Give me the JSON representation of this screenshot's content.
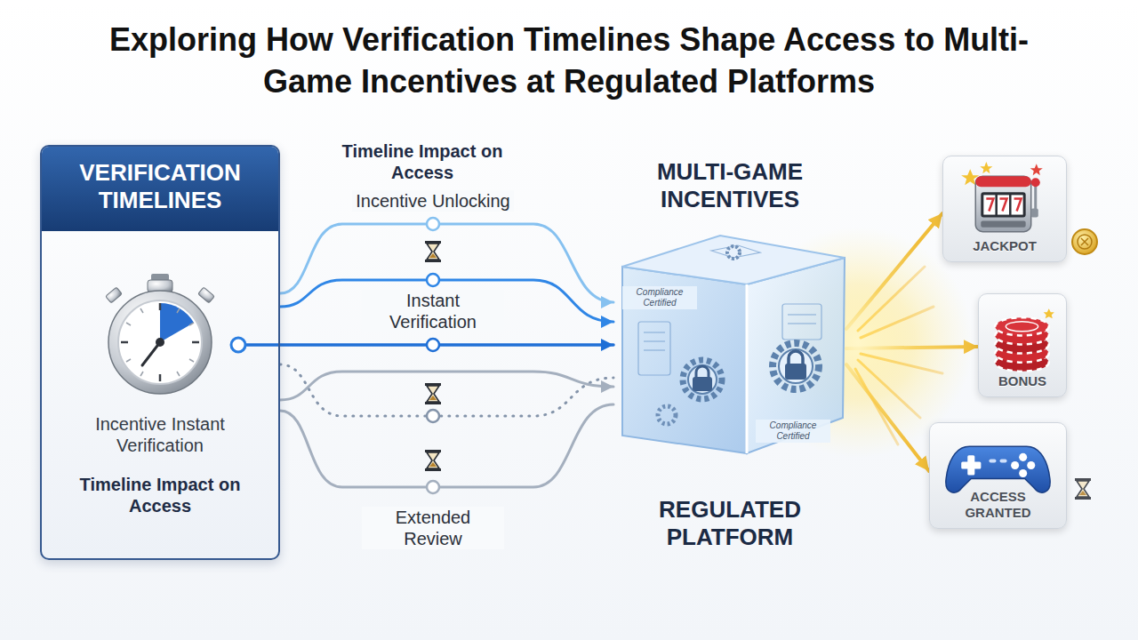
{
  "diagram": {
    "title": "Exploring How Verification Timelines Shape Access to Multi-Game Incentives at Regulated Platforms",
    "nodes": [
      {
        "text": [
          "VERIFICATION TIMELINES",
          "Incentive Instant Verification",
          "Timeline Impact on Access"
        ]
      },
      {
        "text": [
          "MULTI-GAME INCENTIVES",
          "REGULATED PLATFORM"
        ]
      },
      {
        "text": [
          "JACKPOT"
        ]
      },
      {
        "text": [
          "BONUS"
        ]
      },
      {
        "text": [
          "ACCESS GRANTED"
        ]
      }
    ],
    "edges": [
      {
        "from": 0,
        "to": 1,
        "arrow": "to",
        "label": "Incentive Unlocking"
      },
      {
        "from": 0,
        "to": 1,
        "arrow": "to",
        "label": "Instant Verification"
      },
      {
        "from": 0,
        "to": 1,
        "arrow": "to"
      },
      {
        "from": 0,
        "to": 1,
        "arrow": "none"
      },
      {
        "from": 0,
        "to": 1,
        "arrow": "to"
      },
      {
        "from": 0,
        "to": 1,
        "arrow": "none",
        "label": "Extended Review"
      },
      {
        "from": 1,
        "to": 2,
        "arrow": "to"
      },
      {
        "from": 1,
        "to": 3,
        "arrow": "to"
      },
      {
        "from": 1,
        "to": 4,
        "arrow": "to"
      }
    ],
    "labels": [
      "Timeline Impact on Access",
      "Compliance Certified",
      "Compliance Certified"
    ]
  }
}
